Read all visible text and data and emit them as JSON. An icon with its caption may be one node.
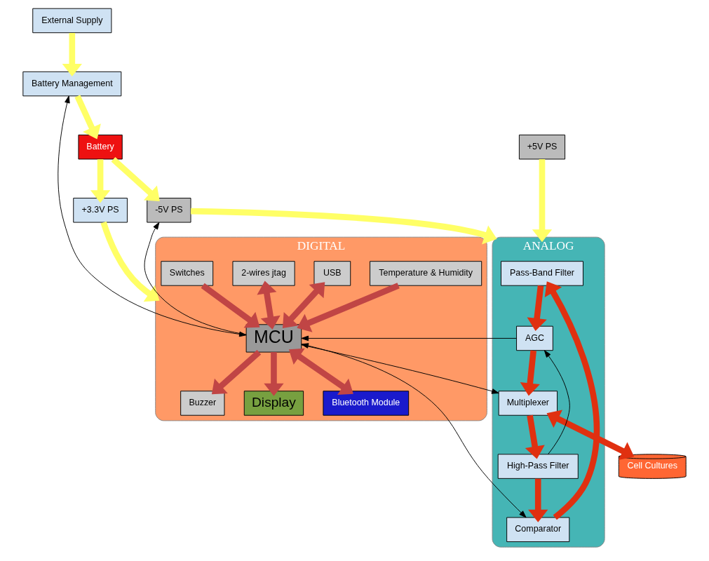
{
  "diagram": {
    "nodes": [
      {
        "text": [
          "ANALOG"
        ]
      },
      {
        "text": [
          "Pass-Band Filter"
        ],
        "in": 0
      },
      {
        "text": [
          "AGC"
        ],
        "in": 0
      },
      {
        "text": [
          "Multiplexer"
        ],
        "in": 0
      },
      {
        "text": [
          "Comparator"
        ],
        "in": 0
      },
      {
        "text": [
          "High-Pass Filter"
        ],
        "in": 0
      },
      {
        "text": [
          "+5V PS"
        ]
      },
      {
        "text": [
          "-5V PS"
        ]
      },
      {
        "text": [
          "Cell Cultures"
        ]
      },
      {
        "text": [
          "Battery"
        ]
      },
      {
        "text": [
          "+3.3V PS"
        ]
      },
      {
        "text": [
          "DIGITAL"
        ]
      },
      {
        "text": [
          "MCU"
        ],
        "in": 11
      },
      {
        "text": [
          "Display"
        ],
        "in": 11
      },
      {
        "text": [
          "Bluetooth Module"
        ],
        "in": 11
      },
      {
        "text": [
          "Battery Management"
        ]
      },
      {
        "text": [
          "External Supply"
        ]
      },
      {
        "text": [
          "Temperature & Humidity"
        ],
        "in": 11
      },
      {
        "text": [
          "USB"
        ],
        "in": 11
      },
      {
        "text": [
          "2-wires jtag"
        ],
        "in": 11
      },
      {
        "text": [
          "Buzzer"
        ],
        "in": 11
      },
      {
        "text": [
          "Switches"
        ],
        "in": 11
      }
    ],
    "edges": [
      {
        "from": 1,
        "to": 2,
        "arrow": "to",
        "color": "#e03010"
      },
      {
        "from": 2,
        "to": 3,
        "arrow": "to",
        "color": "#e03010"
      },
      {
        "from": 3,
        "to": 5,
        "arrow": "to",
        "color": "#e03010"
      },
      {
        "from": 5,
        "to": 4,
        "arrow": "to",
        "color": "#e03010"
      },
      {
        "from": 4,
        "to": 1,
        "arrow": "to",
        "color": "#e03010"
      },
      {
        "from": 5,
        "to": 2,
        "arrow": "to",
        "color": "#000000"
      },
      {
        "from": 3,
        "to": 8,
        "arrow": "both",
        "color": "#e03010"
      },
      {
        "from": 6,
        "to": 0,
        "arrow": "to",
        "color": "#ffff66"
      },
      {
        "from": 7,
        "to": 0,
        "arrow": "to",
        "color": "#ffff66"
      },
      {
        "from": 9,
        "to": 7,
        "arrow": "to",
        "color": "#ffff66"
      },
      {
        "from": 9,
        "to": 10,
        "arrow": "to",
        "color": "#ffff66"
      },
      {
        "from": 10,
        "to": 11,
        "arrow": "to",
        "color": "#ffff66"
      },
      {
        "from": 15,
        "to": 9,
        "arrow": "to",
        "color": "#ffff66"
      },
      {
        "from": 16,
        "to": 15,
        "arrow": "to",
        "color": "#ffff66"
      },
      {
        "from": 15,
        "to": 12,
        "arrow": "both",
        "color": "#000000"
      },
      {
        "from": 12,
        "to": 3,
        "arrow": "to",
        "color": "#000000"
      },
      {
        "from": 2,
        "to": 12,
        "arrow": "to",
        "color": "#000000"
      },
      {
        "from": 12,
        "to": 4,
        "arrow": "both",
        "color": "#000000"
      },
      {
        "from": 12,
        "to": 7,
        "arrow": "to",
        "color": "#000000"
      },
      {
        "from": 12,
        "to": 13,
        "arrow": "to",
        "color": "#c04545"
      },
      {
        "from": 12,
        "to": 14,
        "arrow": "both",
        "color": "#c04545"
      },
      {
        "from": 17,
        "to": 12,
        "arrow": "to",
        "color": "#c04545"
      },
      {
        "from": 18,
        "to": 12,
        "arrow": "both",
        "color": "#c04545"
      },
      {
        "from": 19,
        "to": 12,
        "arrow": "both",
        "color": "#c04545"
      },
      {
        "from": 12,
        "to": 20,
        "arrow": "to",
        "color": "#c04545"
      },
      {
        "from": 21,
        "to": 12,
        "arrow": "to",
        "color": "#c04545"
      }
    ]
  }
}
